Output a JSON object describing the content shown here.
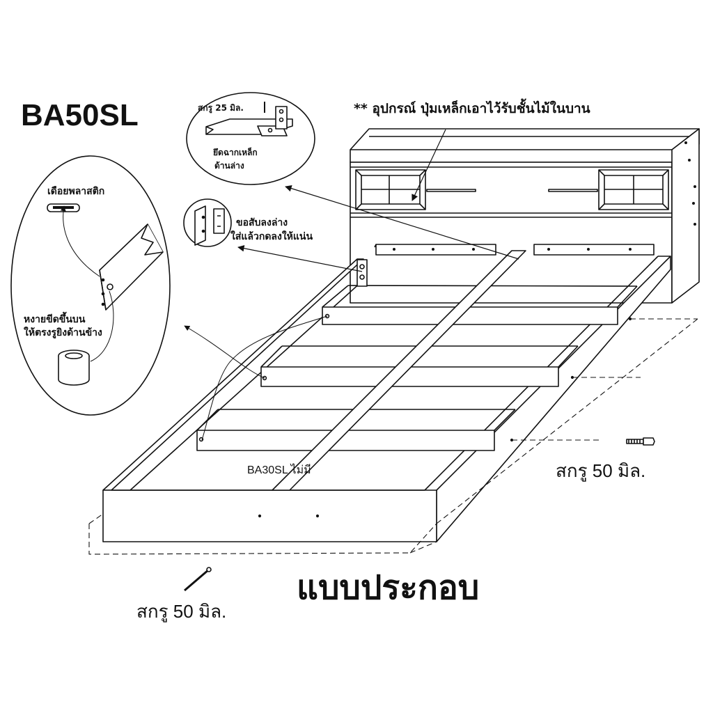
{
  "model_code": "BA50SL",
  "top_note": "** อุปกรณ์  ปุ่มเหล็กเอาไว้รับชั้นไม้ในบาน",
  "left_callout": {
    "plug_label": "เดือยพลาสติก",
    "tip_line1": "หงายขีดขึ้นบน",
    "tip_line2": "ให้ตรงรูยิงด้านข้าง"
  },
  "top_callout": {
    "screw_label": "สกรู 25 มิล.",
    "bracket_line1": "ยึดฉากเหล็ก",
    "bracket_line2": "ด้านล่าง"
  },
  "hook_callout": {
    "line1": "ขอสับลงล่าง",
    "line2": "ใส่แล้วกดลงให้แน่น"
  },
  "ba30_note": "BA30SL ไม่มี",
  "screw_right": "สกรู 50 มิล.",
  "screw_bottom": "สกรู 50 มิล.",
  "assembly_title": "แบบประกอบ"
}
